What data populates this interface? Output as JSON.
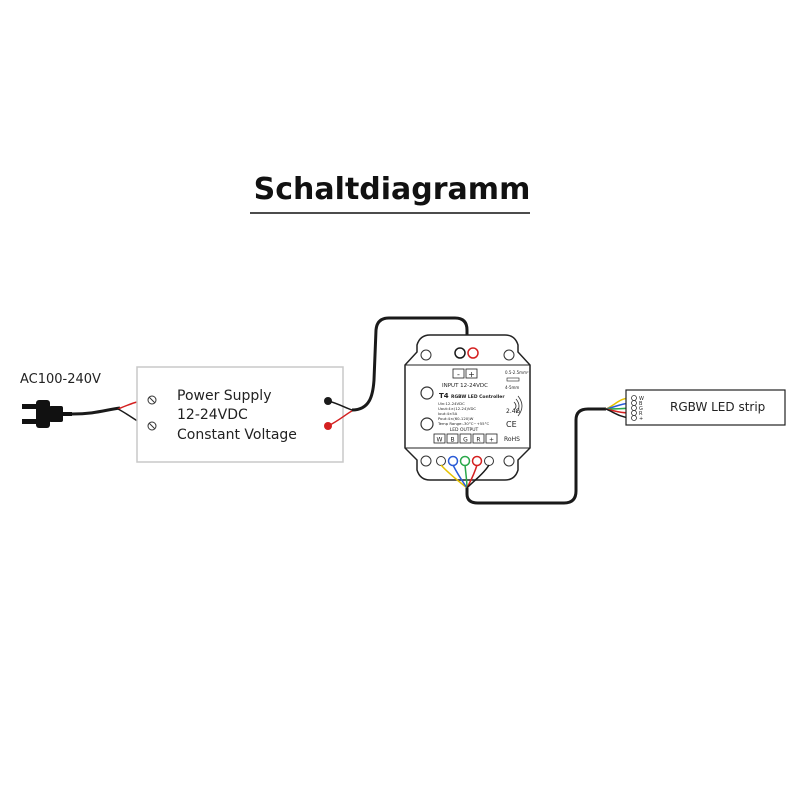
{
  "title": "Schaltdiagramm",
  "ac_label": "AC100-240V",
  "power_supply": {
    "line1": "Power Supply",
    "line2": "12-24VDC",
    "line3": "Constant Voltage"
  },
  "controller": {
    "model": "T4",
    "name": "RGBW LED Controller",
    "input_label": "INPUT 12-24VDC",
    "minus": "-",
    "plus": "+",
    "wire_spec_1": "0.5-2.5mm²",
    "wire_spec_2": "4-5mm",
    "spec_lines": [
      "Uin:12-24VDC",
      "Uout:4×(12-24)VDC",
      "Iout:4×5A",
      "Pout:4×(60-120)W",
      "Temp Range:-30°C~+55°C"
    ],
    "freq": "2.4G",
    "ce": "CE",
    "rohs": "RoHS",
    "output_label": "LED OUTPUT",
    "terminals": [
      "W",
      "B",
      "G",
      "R",
      "+"
    ]
  },
  "strip": {
    "label": "RGBW LED strip",
    "pins": [
      "W",
      "B",
      "G",
      "R",
      "+"
    ]
  },
  "colors": {
    "wire_black": "#1a1a1a",
    "wire_red": "#d42020",
    "wire_white": "#dddddd",
    "wire_blue": "#2a5bd7",
    "wire_green": "#2aa84a",
    "wire_yellow": "#e6c200"
  }
}
